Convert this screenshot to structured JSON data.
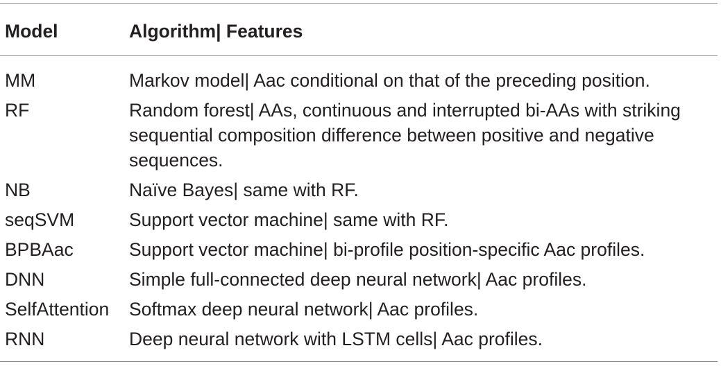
{
  "table": {
    "headers": {
      "model": "Model",
      "algorithm": "Algorithm| Features"
    },
    "rows": [
      {
        "model": "MM",
        "algorithm": "Markov model| Aac conditional on that of the preceding position."
      },
      {
        "model": "RF",
        "algorithm": "Random forest| AAs, continuous and interrupted bi-AAs with striking sequential composition difference between positive and negative sequences."
      },
      {
        "model": "NB",
        "algorithm": "Naïve Bayes| same with RF."
      },
      {
        "model": "seqSVM",
        "algorithm": "Support vector machine| same with RF."
      },
      {
        "model": "BPBAac",
        "algorithm": "Support vector machine| bi-profile position-specific Aac profiles."
      },
      {
        "model": "DNN",
        "algorithm": "Simple full-connected deep neural network| Aac profiles."
      },
      {
        "model": "SelfAttention",
        "algorithm": "Softmax deep neural network| Aac profiles."
      },
      {
        "model": "RNN",
        "algorithm": "Deep neural network with LSTM cells| Aac profiles."
      }
    ]
  }
}
